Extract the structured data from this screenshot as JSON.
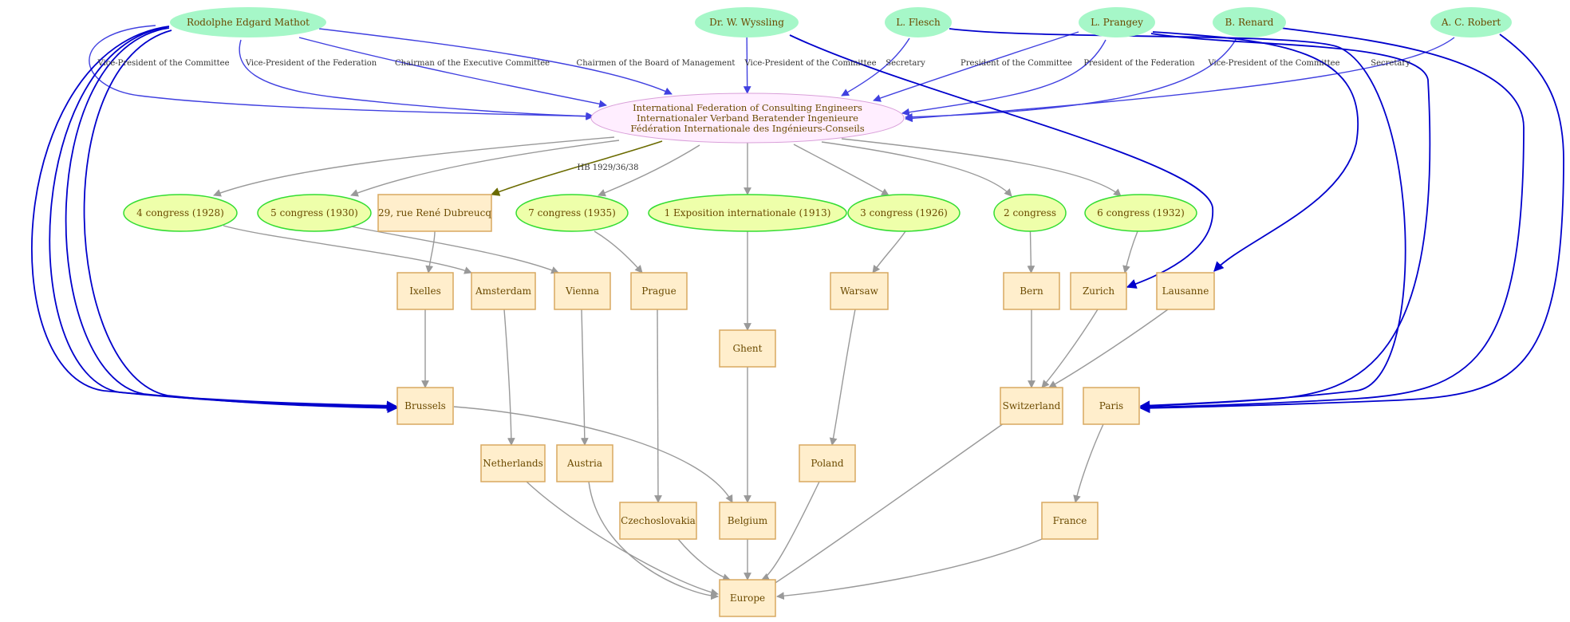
{
  "colors": {
    "person_fill": "#a6f7c8",
    "org_fill": "#ffeeff",
    "org_stroke": "#d9a0d9",
    "event_fill": "#eeffaa",
    "event_stroke": "#33dd33",
    "place_fill": "#ffeecc",
    "place_stroke": "#d8a960",
    "text": "#6b4a00",
    "role_edge": "#4040e0",
    "location_edge": "#0000cc",
    "part_edge": "#999999",
    "address_edge": "#6b6b00"
  },
  "nodes": [
    {
      "id": "mathot",
      "kind": "person",
      "lines": [
        "Rodolphe Edgard Mathot"
      ]
    },
    {
      "id": "wyssling",
      "kind": "person",
      "lines": [
        "Dr. W. Wyssling"
      ]
    },
    {
      "id": "flesch",
      "kind": "person",
      "lines": [
        "L. Flesch"
      ]
    },
    {
      "id": "prangey",
      "kind": "person",
      "lines": [
        "L. Prangey"
      ]
    },
    {
      "id": "renard",
      "kind": "person",
      "lines": [
        "B. Renard"
      ]
    },
    {
      "id": "robert",
      "kind": "person",
      "lines": [
        "A. C. Robert"
      ]
    },
    {
      "id": "fidic",
      "kind": "org",
      "lines": [
        "International Federation of Consulting Engineers",
        "Internationaler Verband Beratender Ingenieure",
        "Fédération Internationale des Ingénieurs-Conseils"
      ]
    },
    {
      "id": "c4",
      "kind": "event",
      "lines": [
        "4 congress (1928)"
      ]
    },
    {
      "id": "c5",
      "kind": "event",
      "lines": [
        "5 congress (1930)"
      ]
    },
    {
      "id": "addr",
      "kind": "place",
      "lines": [
        "29, rue René Dubreucq"
      ]
    },
    {
      "id": "c7",
      "kind": "event",
      "lines": [
        "7 congress (1935)"
      ]
    },
    {
      "id": "expo",
      "kind": "event",
      "lines": [
        "1 Exposition internationale  (1913)"
      ]
    },
    {
      "id": "c3",
      "kind": "event",
      "lines": [
        "3 congress (1926)"
      ]
    },
    {
      "id": "c2",
      "kind": "event",
      "lines": [
        "2 congress"
      ]
    },
    {
      "id": "c6",
      "kind": "event",
      "lines": [
        "6 congress (1932)"
      ]
    },
    {
      "id": "ixelles",
      "kind": "place",
      "lines": [
        "Ixelles"
      ]
    },
    {
      "id": "amsterdam",
      "kind": "place",
      "lines": [
        "Amsterdam"
      ]
    },
    {
      "id": "vienna",
      "kind": "place",
      "lines": [
        "Vienna"
      ]
    },
    {
      "id": "prague",
      "kind": "place",
      "lines": [
        "Prague"
      ]
    },
    {
      "id": "warsaw",
      "kind": "place",
      "lines": [
        "Warsaw"
      ]
    },
    {
      "id": "bern",
      "kind": "place",
      "lines": [
        "Bern"
      ]
    },
    {
      "id": "zurich",
      "kind": "place",
      "lines": [
        "Zurich"
      ]
    },
    {
      "id": "lausanne",
      "kind": "place",
      "lines": [
        "Lausanne"
      ]
    },
    {
      "id": "ghent",
      "kind": "place",
      "lines": [
        "Ghent"
      ]
    },
    {
      "id": "brussels",
      "kind": "place",
      "lines": [
        "Brussels"
      ]
    },
    {
      "id": "switzerland",
      "kind": "place",
      "lines": [
        "Switzerland"
      ]
    },
    {
      "id": "paris",
      "kind": "place",
      "lines": [
        "Paris"
      ]
    },
    {
      "id": "netherlands",
      "kind": "place",
      "lines": [
        "Netherlands"
      ]
    },
    {
      "id": "austria",
      "kind": "place",
      "lines": [
        "Austria"
      ]
    },
    {
      "id": "poland",
      "kind": "place",
      "lines": [
        "Poland"
      ]
    },
    {
      "id": "czechoslovakia",
      "kind": "place",
      "lines": [
        "Czechoslovakia"
      ]
    },
    {
      "id": "belgium",
      "kind": "place",
      "lines": [
        "Belgium"
      ]
    },
    {
      "id": "france",
      "kind": "place",
      "lines": [
        "France"
      ]
    },
    {
      "id": "europe",
      "kind": "place",
      "lines": [
        "Europe"
      ]
    }
  ],
  "edges": [
    {
      "from": "mathot",
      "to": "fidic",
      "kind": "role",
      "label": "Vice-President of the Committee"
    },
    {
      "from": "mathot",
      "to": "fidic",
      "kind": "role",
      "label": "Vice-President of the Federation"
    },
    {
      "from": "mathot",
      "to": "fidic",
      "kind": "role",
      "label": "Chairman of the Executive Committee"
    },
    {
      "from": "mathot",
      "to": "fidic",
      "kind": "role",
      "label": "Chairmen of the Board of Management"
    },
    {
      "from": "wyssling",
      "to": "fidic",
      "kind": "role",
      "label": "Vice-President of the Committee"
    },
    {
      "from": "flesch",
      "to": "fidic",
      "kind": "role",
      "label": "Secretary"
    },
    {
      "from": "prangey",
      "to": "fidic",
      "kind": "role",
      "label": "President of the Committee"
    },
    {
      "from": "prangey",
      "to": "fidic",
      "kind": "role",
      "label": "President of the Federation"
    },
    {
      "from": "renard",
      "to": "fidic",
      "kind": "role",
      "label": "Vice-President of the Committee"
    },
    {
      "from": "robert",
      "to": "fidic",
      "kind": "role",
      "label": "Secretary"
    },
    {
      "from": "mathot",
      "to": "brussels",
      "kind": "location",
      "label": ""
    },
    {
      "from": "mathot",
      "to": "brussels",
      "kind": "location",
      "label": ""
    },
    {
      "from": "mathot",
      "to": "brussels",
      "kind": "location",
      "label": ""
    },
    {
      "from": "mathot",
      "to": "brussels",
      "kind": "location",
      "label": ""
    },
    {
      "from": "wyssling",
      "to": "zurich",
      "kind": "location",
      "label": ""
    },
    {
      "from": "flesch",
      "to": "paris",
      "kind": "location",
      "label": ""
    },
    {
      "from": "prangey",
      "to": "lausanne",
      "kind": "location",
      "label": ""
    },
    {
      "from": "prangey",
      "to": "paris",
      "kind": "location",
      "label": ""
    },
    {
      "from": "renard",
      "to": "paris",
      "kind": "location",
      "label": ""
    },
    {
      "from": "robert",
      "to": "paris",
      "kind": "location",
      "label": ""
    },
    {
      "from": "fidic",
      "to": "addr",
      "kind": "address",
      "label": "HB 1929/36/38"
    },
    {
      "from": "fidic",
      "to": "c4",
      "kind": "part",
      "label": ""
    },
    {
      "from": "fidic",
      "to": "c5",
      "kind": "part",
      "label": ""
    },
    {
      "from": "fidic",
      "to": "c7",
      "kind": "part",
      "label": ""
    },
    {
      "from": "fidic",
      "to": "expo",
      "kind": "part",
      "label": ""
    },
    {
      "from": "fidic",
      "to": "c3",
      "kind": "part",
      "label": ""
    },
    {
      "from": "fidic",
      "to": "c2",
      "kind": "part",
      "label": ""
    },
    {
      "from": "fidic",
      "to": "c6",
      "kind": "part",
      "label": ""
    },
    {
      "from": "c4",
      "to": "amsterdam",
      "kind": "part",
      "label": ""
    },
    {
      "from": "c5",
      "to": "vienna",
      "kind": "part",
      "label": ""
    },
    {
      "from": "addr",
      "to": "ixelles",
      "kind": "part",
      "label": ""
    },
    {
      "from": "c7",
      "to": "prague",
      "kind": "part",
      "label": ""
    },
    {
      "from": "expo",
      "to": "ghent",
      "kind": "part",
      "label": ""
    },
    {
      "from": "c3",
      "to": "warsaw",
      "kind": "part",
      "label": ""
    },
    {
      "from": "c2",
      "to": "bern",
      "kind": "part",
      "label": ""
    },
    {
      "from": "c6",
      "to": "zurich",
      "kind": "part",
      "label": ""
    },
    {
      "from": "ixelles",
      "to": "brussels",
      "kind": "part",
      "label": ""
    },
    {
      "from": "amsterdam",
      "to": "netherlands",
      "kind": "part",
      "label": ""
    },
    {
      "from": "vienna",
      "to": "austria",
      "kind": "part",
      "label": ""
    },
    {
      "from": "prague",
      "to": "czechoslovakia",
      "kind": "part",
      "label": ""
    },
    {
      "from": "ghent",
      "to": "belgium",
      "kind": "part",
      "label": ""
    },
    {
      "from": "warsaw",
      "to": "poland",
      "kind": "part",
      "label": ""
    },
    {
      "from": "bern",
      "to": "switzerland",
      "kind": "part",
      "label": ""
    },
    {
      "from": "zurich",
      "to": "switzerland",
      "kind": "part",
      "label": ""
    },
    {
      "from": "lausanne",
      "to": "switzerland",
      "kind": "part",
      "label": ""
    },
    {
      "from": "brussels",
      "to": "belgium",
      "kind": "part",
      "label": ""
    },
    {
      "from": "paris",
      "to": "france",
      "kind": "part",
      "label": ""
    },
    {
      "from": "netherlands",
      "to": "europe",
      "kind": "part",
      "label": ""
    },
    {
      "from": "austria",
      "to": "europe",
      "kind": "part",
      "label": ""
    },
    {
      "from": "czechoslovakia",
      "to": "europe",
      "kind": "part",
      "label": ""
    },
    {
      "from": "belgium",
      "to": "europe",
      "kind": "part",
      "label": ""
    },
    {
      "from": "poland",
      "to": "europe",
      "kind": "part",
      "label": ""
    },
    {
      "from": "switzerland",
      "to": "europe",
      "kind": "part",
      "label": ""
    },
    {
      "from": "france",
      "to": "europe",
      "kind": "part",
      "label": ""
    }
  ]
}
